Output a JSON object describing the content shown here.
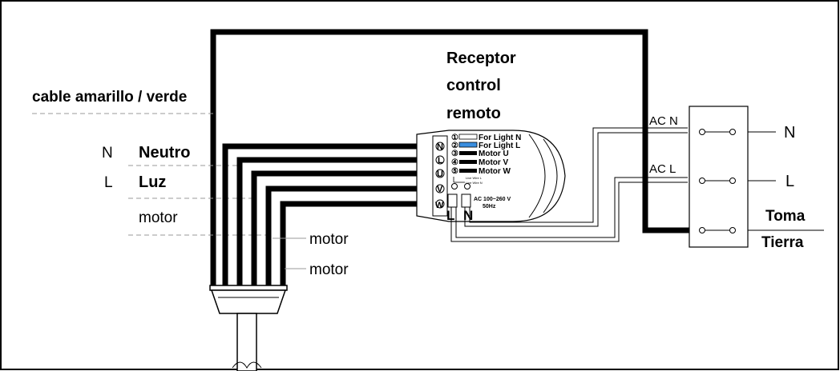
{
  "receiver": {
    "title_line1": "Receptor",
    "title_line2": "control",
    "title_line3": "remoto",
    "legend": [
      {
        "num": "①",
        "text": "For Light  N"
      },
      {
        "num": "②",
        "text": "For Light  L"
      },
      {
        "num": "③",
        "text": "Motor U"
      },
      {
        "num": "④",
        "text": "Motor V"
      },
      {
        "num": "⑤",
        "text": "Motor W"
      }
    ],
    "live_wire_l": "Live Wire L",
    "live_wire_n": "Live Wire N",
    "power_line1": "AC 100~260 V",
    "power_line2": "50Hz",
    "terminals": [
      "N",
      "L",
      "U",
      "V",
      "W"
    ],
    "input_l": "L",
    "input_n": "N",
    "legend_colors": {
      "light_n": "#ffffff",
      "light_l": "#3a8ee0",
      "motor": "#000000"
    }
  },
  "left_labels": {
    "ground_cable": "cable amarillo / verde",
    "n_letter": "N",
    "neutral": "Neutro",
    "l_letter": "L",
    "luz": "Luz",
    "motor": "motor"
  },
  "bottom_labels": {
    "motor_1": "motor",
    "motor_2": "motor"
  },
  "terminal_block": {
    "ac_n": "AC N",
    "ac_l": "AC  L",
    "out_n": "N",
    "out_l": "L",
    "toma": "Toma",
    "tierra": "Tierra"
  }
}
